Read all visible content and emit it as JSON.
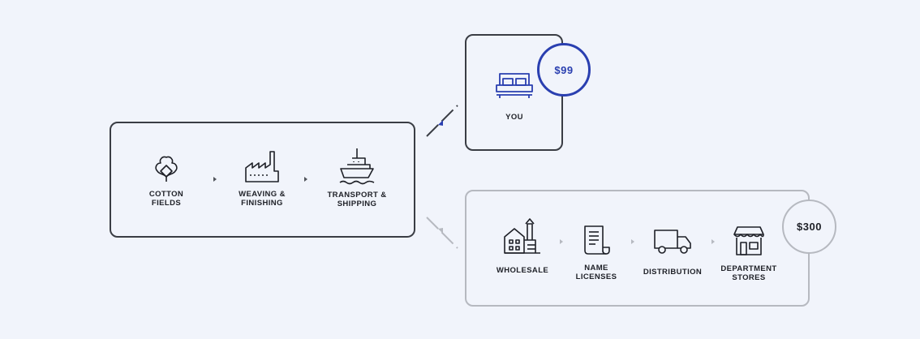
{
  "source": {
    "steps": [
      {
        "icon": "cotton-icon",
        "label": "COTTON\nFIELDS"
      },
      {
        "icon": "factory-icon",
        "label": "WEAVING &\nFINISHING"
      },
      {
        "icon": "ship-icon",
        "label": "TRANSPORT &\nSHIPPING"
      }
    ]
  },
  "direct": {
    "icon": "bed-icon",
    "label": "YOU",
    "price": "$99"
  },
  "retail": {
    "steps": [
      {
        "icon": "warehouse-icon",
        "label": "WHOLESALE"
      },
      {
        "icon": "document-icon",
        "label": "NAME\nLICENSES"
      },
      {
        "icon": "truck-icon",
        "label": "DISTRIBUTION"
      },
      {
        "icon": "store-icon",
        "label": "DEPARTMENT\nSTORES"
      }
    ],
    "price": "$300"
  },
  "colors": {
    "accent": "#2a3fb0",
    "dark": "#3a3d44",
    "muted": "#b6b9c0",
    "background": "#f1f4fb"
  }
}
